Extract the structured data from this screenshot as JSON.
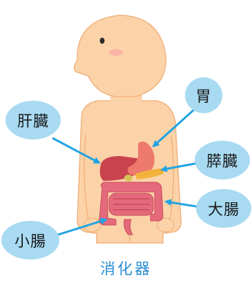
{
  "labels": {
    "liver": "肝臓",
    "stomach": "胃",
    "pancreas": "膵臓",
    "large_intestine": "大腸",
    "small_intestine": "小腸"
  },
  "caption": "消化器",
  "colors": {
    "skin": "#fcd3a8",
    "skin_outline": "#f0b27e",
    "cheek": "#f7a7a2",
    "eye": "#2b2b2b",
    "liver": "#c9434e",
    "stomach": "#ee7a6e",
    "pancreas": "#f3b33b",
    "intestine": "#e46a7b",
    "intestine_dark": "#c74a5c",
    "bubble": "#a8daf2",
    "arrow": "#1fa3e3",
    "caption": "#2a8dd2"
  }
}
